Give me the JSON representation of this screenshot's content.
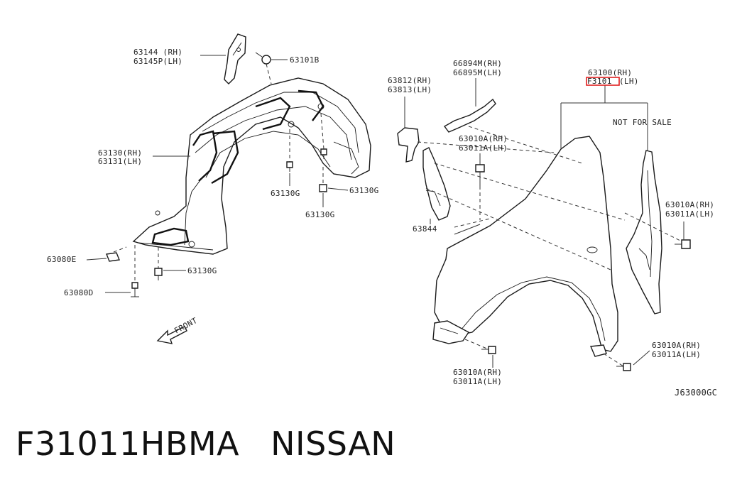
{
  "labels": {
    "l63144": "63144 (RH)",
    "l63145p": "63145P(LH)",
    "l63101b": "63101B",
    "l63130": "63130(RH)",
    "l63131": "63131(LH)",
    "g1": "63130G",
    "g2": "63130G",
    "g3": "63130G",
    "g4": "63130G",
    "l63080e": "63080E",
    "l63080d": "63080D",
    "front": "FRONT",
    "l63812": "63812(RH)",
    "l63813": "63813(LH)",
    "l63844": "63844",
    "l66894m": "66894M(RH)",
    "l66895m": "66895M(LH)",
    "a_rh_1": "63010A(RH)",
    "a_lh_1": "63011A(LH)",
    "l63100": "63100(RH)",
    "l63101_part": "F3101",
    "l63101_lh": "(LH)",
    "nfs": "NOT FOR SALE",
    "a_rh_2": "63010A(RH)",
    "a_lh_2": "63011A(LH)",
    "a_rh_3": "63010A(RH)",
    "a_lh_3": "63011A(LH)",
    "a_rh_4": "63010A(RH)",
    "a_lh_4": "63011A(LH)",
    "code": "J63000GC"
  },
  "caption": {
    "part_number": "F31011HBMA",
    "brand": "NISSAN"
  },
  "colors": {
    "highlight": "#e02020",
    "line": "#1a1a1a"
  }
}
